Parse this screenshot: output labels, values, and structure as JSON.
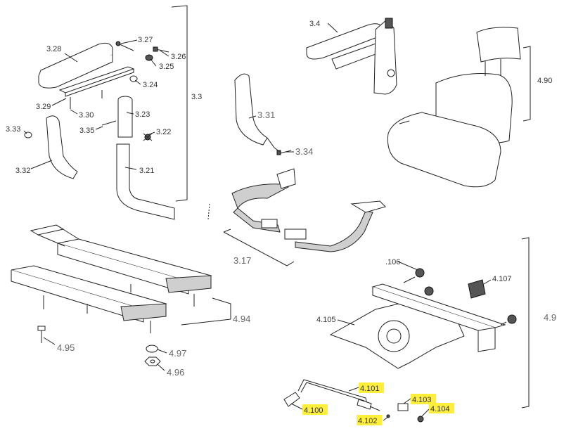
{
  "colors": {
    "highlight": "#ffef3a",
    "line": "#222222",
    "label": "#333333"
  },
  "labels": {
    "l3_28": "3.28",
    "l3_27": "3.27",
    "l3_26": "3.26",
    "l3_25": "3.25",
    "l3_24": "3.24",
    "l3_29": "3.29",
    "l3_30": "3.30",
    "l3_35": "3.35",
    "l3_23": "3.23",
    "l3_22": "3.22",
    "l3_33": "3.33",
    "l3_32": "3.32",
    "l3_21": "3.21",
    "l3_3": "3.3",
    "l3_31": "3.31",
    "l3_34": "3.34",
    "l3_17": "3.17",
    "l3_4": "3.4",
    "l4_90": "4.90",
    "l4_94": "4.94",
    "l4_95": "4.95",
    "l4_97": "4.97",
    "l4_96": "4.96",
    "l106": ".106",
    "l4_107": "4.107",
    "l4_105": "4.105",
    "l4_9": "4.9",
    "l4_101": "4.101",
    "l4_100": "4.100",
    "l4_103": "4.103",
    "l4_104": "4.104",
    "l4_102": "4.102"
  }
}
